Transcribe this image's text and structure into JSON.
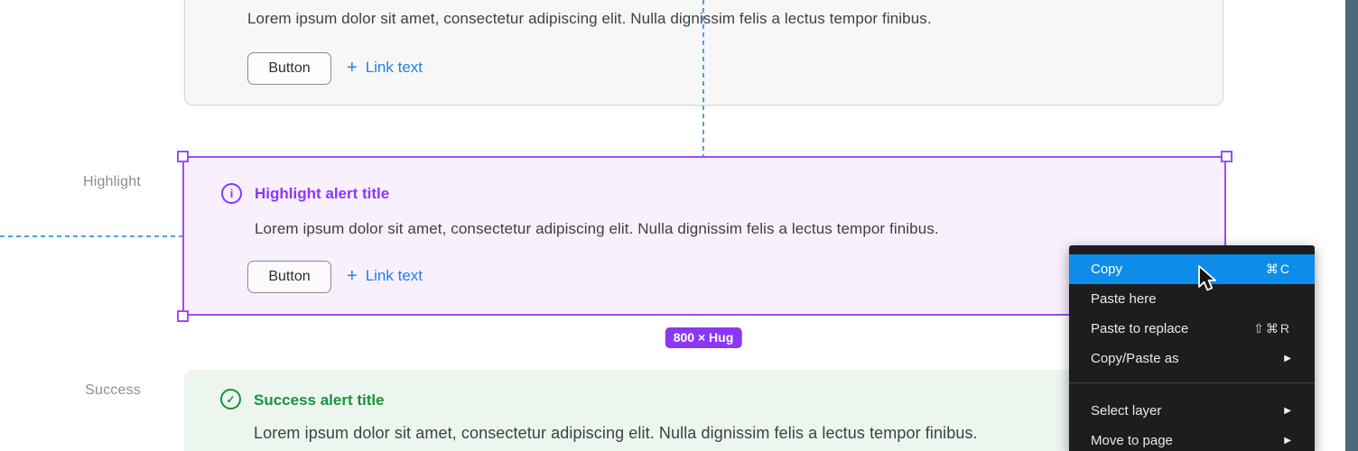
{
  "labels": {
    "highlight": "Highlight",
    "success": "Success"
  },
  "alerts": {
    "top": {
      "body": "Lorem ipsum dolor sit amet, consectetur adipiscing elit. Nulla dignissim felis a lectus tempor finibus.",
      "button": "Button",
      "link_plus": "+",
      "link": "Link text"
    },
    "highlight": {
      "icon_glyph": "i",
      "title": "Highlight alert title",
      "body": "Lorem ipsum dolor sit amet, consectetur adipiscing elit. Nulla dignissim felis a lectus tempor finibus.",
      "button": "Button",
      "link_plus": "+",
      "link": "Link text"
    },
    "success": {
      "icon_glyph": "✓",
      "title": "Success alert title",
      "body": "Lorem ipsum dolor sit amet, consectetur adipiscing elit. Nulla dignissim felis a lectus tempor finibus."
    }
  },
  "selection": {
    "size_badge": "800 × Hug"
  },
  "context_menu": {
    "items": [
      {
        "label": "Copy",
        "shortcut": "⌘C"
      },
      {
        "label": "Paste here",
        "shortcut": ""
      },
      {
        "label": "Paste to replace",
        "shortcut": "⇧⌘R"
      },
      {
        "label": "Copy/Paste as",
        "arrow": "▶"
      },
      {
        "label": "Select layer",
        "arrow": "▶"
      },
      {
        "label": "Move to page",
        "arrow": "▶"
      }
    ]
  },
  "colors": {
    "accent_purple": "#8a38f6",
    "selection_purple": "#9b4df7",
    "highlight_fill": "#f9f0fe",
    "success_green": "#18923a",
    "success_fill": "#ecf6ef",
    "guide_blue": "#4f9fe8",
    "menu_highlight_blue": "#0d8ce9",
    "link_blue": "#2181e8",
    "side_strip": "#4d6876"
  }
}
